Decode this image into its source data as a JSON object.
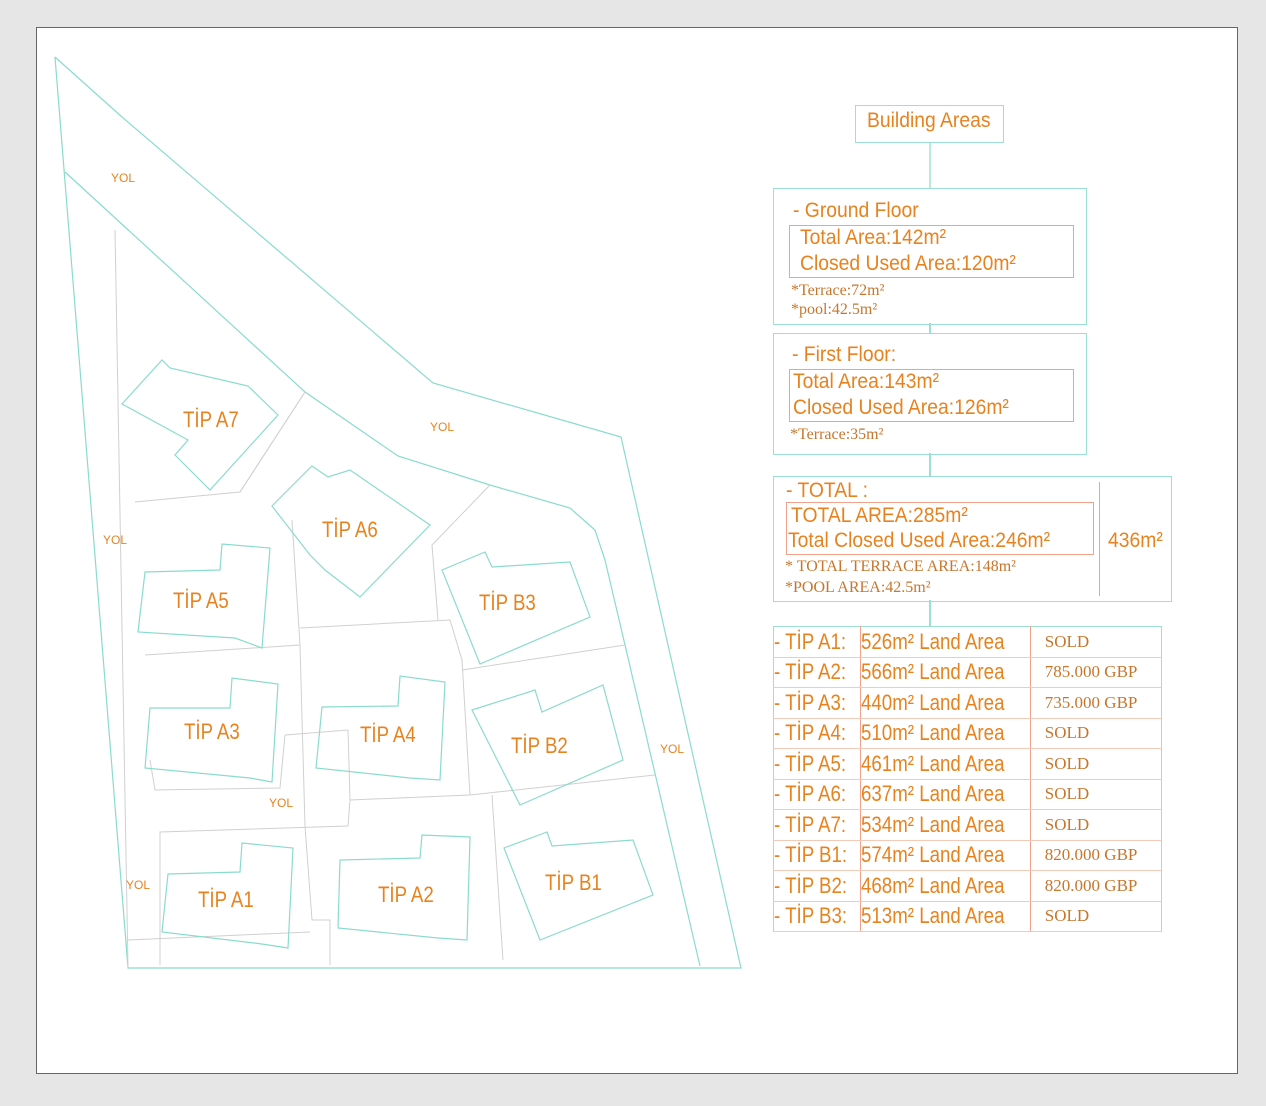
{
  "plan": {
    "plots": [
      "TİP A7",
      "TİP A6",
      "TİP A5",
      "TİP B3",
      "TİP A3",
      "TİP A4",
      "TİP B2",
      "TİP A1",
      "TİP A2",
      "TİP B1"
    ],
    "road_label": "YOL"
  },
  "areas": {
    "title": "Building Areas",
    "ground": {
      "heading": "- Ground Floor",
      "total": "Total Area:142m²",
      "closed": "Closed Used Area:120m²",
      "terrace": "*Terrace:72m²",
      "pool": "*pool:42.5m²"
    },
    "first": {
      "heading": "- First Floor:",
      "total": "Total Area:143m²",
      "closed": "Closed Used Area:126m²",
      "terrace": "*Terrace:35m²"
    },
    "total": {
      "heading": "- TOTAL :",
      "total": "TOTAL AREA:285m²",
      "closed": "Total Closed Used Area:246m²",
      "terrace": "* TOTAL TERRACE AREA:148m²",
      "pool": "*POOL AREA:42.5m²",
      "overall": "436m²"
    }
  },
  "units": [
    {
      "name": "- TİP A1:",
      "land": "526m²  Land Area",
      "price": "SOLD"
    },
    {
      "name": "- TİP A2:",
      "land": "566m² Land Area",
      "price": "785.000 GBP"
    },
    {
      "name": "- TİP A3:",
      "land": "440m² Land Area",
      "price": "735.000 GBP"
    },
    {
      "name": "- TİP A4:",
      "land": "510m² Land Area",
      "price": "SOLD"
    },
    {
      "name": "- TİP A5:",
      "land": "461m² Land Area",
      "price": "SOLD"
    },
    {
      "name": "- TİP A6:",
      "land": "637m² Land Area",
      "price": "SOLD"
    },
    {
      "name": "- TİP A7:",
      "land": "534m² Land Area",
      "price": "SOLD"
    },
    {
      "name": "- TİP B1:",
      "land": "574m² Land Area",
      "price": "820.000 GBP"
    },
    {
      "name": "- TİP B2:",
      "land": "468m² Land Area",
      "price": "820.000 GBP"
    },
    {
      "name": "- TİP B3:",
      "land": "513m² Land Area",
      "price": "SOLD"
    }
  ]
}
